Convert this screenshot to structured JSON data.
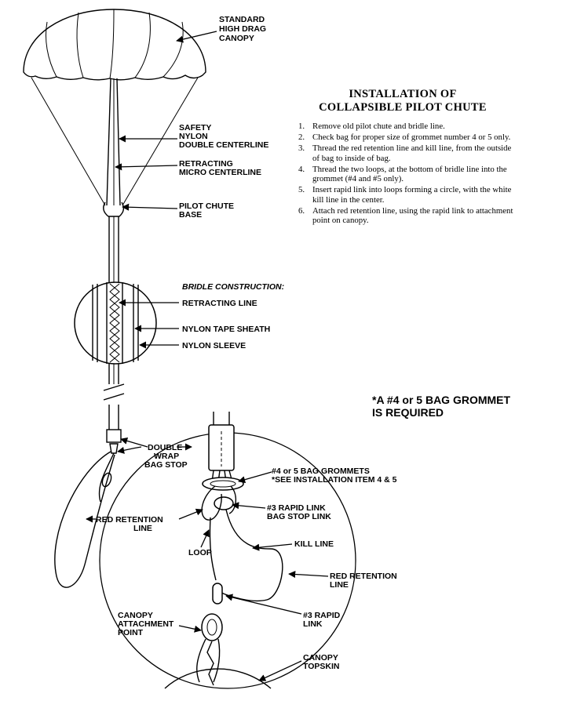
{
  "instructions": {
    "title_line1": "INSTALLATION OF",
    "title_line2": "COLLAPSIBLE PILOT CHUTE",
    "steps": [
      {
        "num": "1.",
        "text": "Remove old pilot chute and bridle line."
      },
      {
        "num": "2.",
        "text": "Check bag for proper size of grommet number 4 or 5 only."
      },
      {
        "num": "3.",
        "text": "Thread the red retention line and kill line, from the outside of bag to inside of bag."
      },
      {
        "num": "4.",
        "text": "Thread the two loops, at the bottom of bridle line into the grommet (#4 and #5 only)."
      },
      {
        "num": "5.",
        "text": "Insert rapid link into loops forming a circle, with the white kill line in the center."
      },
      {
        "num": "6.",
        "text": "Attach red retention line, using the rapid link to attachment point on canopy."
      }
    ]
  },
  "labels": {
    "canopy": [
      "STANDARD",
      "HIGH DRAG",
      "CANOPY"
    ],
    "safety_centerline": [
      "SAFETY",
      "NYLON",
      "DOUBLE CENTERLINE"
    ],
    "retracting_centerline": [
      "RETRACTING",
      "MICRO CENTERLINE"
    ],
    "pilot_chute_base": [
      "PILOT CHUTE",
      "BASE"
    ],
    "bridle_construction": "BRIDLE CONSTRUCTION:",
    "retracting_line": "RETRACTING LINE",
    "nylon_tape_sheath": "NYLON TAPE SHEATH",
    "nylon_sleeve": "NYLON SLEEVE",
    "double_wrap_bag_stop": [
      "DOUBLE",
      "WRAP",
      "BAG STOP"
    ],
    "red_retention_line_left": [
      "RED RETENTION",
      "LINE"
    ],
    "bag_grommets": [
      "#4 or 5 BAG GROMMETS",
      "*SEE INSTALLATION ITEM 4 & 5"
    ],
    "rapid_link_bag_stop": [
      "#3 RAPID LINK",
      "BAG STOP LINK"
    ],
    "loop": "LOOP",
    "kill_line": "KILL LINE",
    "red_retention_line_right": [
      "RED RETENTION",
      "LINE"
    ],
    "rapid_link": [
      "#3 RAPID",
      "LINK"
    ],
    "canopy_attachment_point": [
      "CANOPY",
      "ATTACHMENT",
      "POINT"
    ],
    "canopy_topskin": [
      "CANOPY",
      "TOPSKIN"
    ]
  },
  "note": [
    "*A #4 or 5 BAG GROMMET",
    "IS REQUIRED"
  ]
}
